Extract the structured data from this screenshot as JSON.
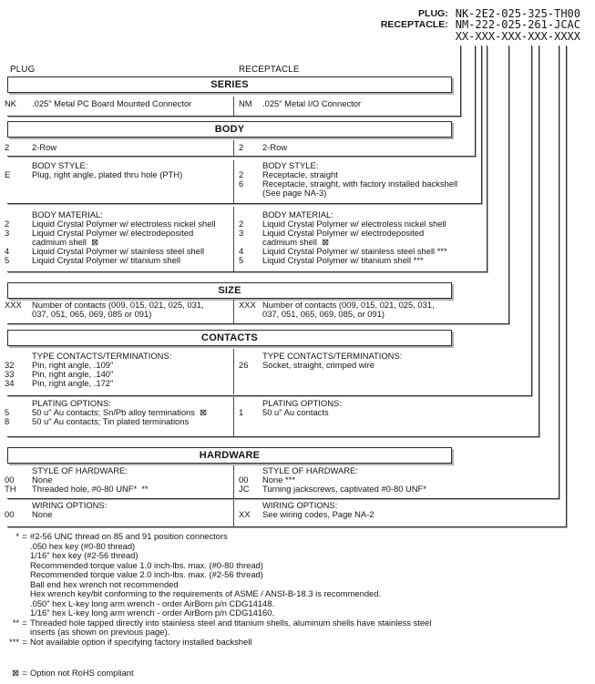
{
  "header": {
    "rows": [
      {
        "label": "PLUG:",
        "value": "NK-2E2-025-325-TH00"
      },
      {
        "label": "RECEPTACLE:",
        "value": "NM-222-025-261-JCAC"
      },
      {
        "label": "",
        "value": "XX-XXX-XXX-XXX-XXXX"
      }
    ],
    "plug_col": "PLUG",
    "receptacle_col": "RECEPTACLE"
  },
  "series": {
    "title": "SERIES",
    "left": {
      "code": "NK",
      "desc": ".025\" Metal PC Board Mounted Connector"
    },
    "right": {
      "code": "NM",
      "desc": ".025\" Metal I/O Connector"
    }
  },
  "body": {
    "title": "BODY",
    "row_left": {
      "code": "2",
      "desc": "2-Row"
    },
    "row_right": {
      "code": "2",
      "desc": "2-Row"
    },
    "style_header_left": "BODY STYLE:",
    "style_header_right": "BODY STYLE:",
    "style_left": [
      {
        "code": "E",
        "desc": "Plug, right angle, plated thru hole (PTH)"
      }
    ],
    "style_right": [
      {
        "code": "2",
        "desc": "Receptacle, straight"
      },
      {
        "code": "6",
        "desc": "Receptacle, straight, with factory installed backshell",
        "desc2": "(See page NA-3)"
      }
    ],
    "material_header_left": "BODY MATERIAL:",
    "material_header_right": "BODY MATERIAL:",
    "material_left": [
      {
        "code": "2",
        "desc": "Liquid Crystal Polymer w/ electroless nickel shell"
      },
      {
        "code": "3",
        "desc": "Liquid Crystal Polymer w/ electrodeposited",
        "desc2": "cadmium shell  ⊠"
      },
      {
        "code": "4",
        "desc": "Liquid Crystal Polymer w/ stainless steel shell"
      },
      {
        "code": "5",
        "desc": "Liquid Crystal Polymer w/ titanium shell"
      }
    ],
    "material_right": [
      {
        "code": "2",
        "desc": "Liquid Crystal Polymer w/ electroless nickel shell"
      },
      {
        "code": "3",
        "desc": "Liquid Crystal Polymer w/ electrodeposited",
        "desc2": "cadmium shell  ⊠"
      },
      {
        "code": "4",
        "desc": "Liquid Crystal Polymer w/ stainless steel shell ***"
      },
      {
        "code": "5",
        "desc": "Liquid Crystal Polymer w/ titanium shell ***"
      }
    ]
  },
  "size": {
    "title": "SIZE",
    "left": {
      "code": "XXX",
      "desc": "Number of contacts (009, 015, 021, 025, 031,",
      "desc2": "037, 051, 065, 069, 085 or 091)"
    },
    "right": {
      "code": "XXX",
      "desc": "Number of contacts (009, 015, 021, 025, 031,",
      "desc2": "037, 051, 065, 069, 085, or 091)"
    }
  },
  "contacts": {
    "title": "CONTACTS",
    "type_header_left": "TYPE CONTACTS/TERMINATIONS:",
    "type_header_right": "TYPE CONTACTS/TERMINATIONS:",
    "type_left": [
      {
        "code": "32",
        "desc": "Pin, right angle, .109\""
      },
      {
        "code": "33",
        "desc": "Pin, right angle, .140\""
      },
      {
        "code": "34",
        "desc": "Pin, right angle, .172\""
      }
    ],
    "type_right": [
      {
        "code": "26",
        "desc": "Socket, straight, crimped wire"
      }
    ],
    "plating_header_left": "PLATING OPTIONS:",
    "plating_header_right": "PLATING OPTIONS:",
    "plating_left": [
      {
        "code": "5",
        "desc": "50 u\" Au contacts; Sn/Pb alloy terminations  ⊠"
      },
      {
        "code": "8",
        "desc": "50 u\" Au contacts; Tin plated terminations"
      }
    ],
    "plating_right": [
      {
        "code": "1",
        "desc": "50 u\" Au contacts"
      }
    ]
  },
  "hardware": {
    "title": "HARDWARE",
    "style_header_left": "STYLE OF HARDWARE:",
    "style_header_right": "STYLE OF HARDWARE:",
    "style_left": [
      {
        "code": "00",
        "desc": "None"
      },
      {
        "code": "TH",
        "desc": "Threaded hole, #0-80 UNF*  **"
      }
    ],
    "style_right": [
      {
        "code": "00",
        "desc": "None ***"
      },
      {
        "code": "JC",
        "desc": "Turning jackscrews, captivated #0-80 UNF*"
      }
    ],
    "wiring_header_left": "WIRING OPTIONS:",
    "wiring_header_right": "WIRING OPTIONS:",
    "wiring_left": [
      {
        "code": "00",
        "desc": "None"
      }
    ],
    "wiring_right": [
      {
        "code": "XX",
        "desc": "See wiring codes, Page NA-2"
      }
    ]
  },
  "footnotes": [
    {
      "marker": "*",
      "eq": "=",
      "text": "#2-56 UNC thread on 85 and 91 position connectors"
    },
    {
      "marker": "",
      "eq": "",
      "text": ".050 hex key (#0-80 thread)"
    },
    {
      "marker": "",
      "eq": "",
      "text": "1/16\" hex key (#2-56 thread)"
    },
    {
      "marker": "",
      "eq": "",
      "text": "Recommended torque value 1.0 inch-lbs. max. (#0-80 thread)"
    },
    {
      "marker": "",
      "eq": "",
      "text": "Recommended torque value 2.0 inch-lbs. max. (#2-56 thread)"
    },
    {
      "marker": "",
      "eq": "",
      "text": "Ball end hex wrench not recommended"
    },
    {
      "marker": "",
      "eq": "",
      "text": "Hex wrench key/bit conforming to the requirements of ASME / ANSI-B-18.3 is recommended."
    },
    {
      "marker": "",
      "eq": "",
      "text": ".050\" hex L-key long arm wrench - order AirBorn p/n CDG14148."
    },
    {
      "marker": "",
      "eq": "",
      "text": "1/16\" hex L-key long arm wrench - order AirBorn p/n CDG14160."
    },
    {
      "marker": "**",
      "eq": "=",
      "text": "Threaded hole tapped directly into stainless steel and titanium shells, aluminum shells have stainless steel"
    },
    {
      "marker": "",
      "eq": "",
      "text": "inserts (as shown on previous page)."
    },
    {
      "marker": "***",
      "eq": "=",
      "text": "Not available option if specifying factory installed backshell"
    }
  ],
  "rohs": {
    "marker": "⊠",
    "eq": "=",
    "text": "Option not RoHS compliant"
  }
}
